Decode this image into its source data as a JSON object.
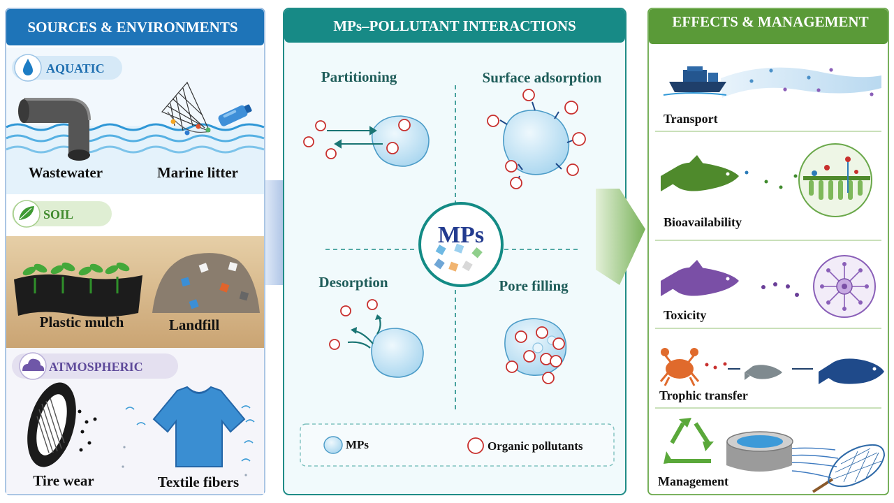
{
  "panels": {
    "left": {
      "title": "SOURCES & ENVIRONMENTS",
      "aquatic": {
        "label": "AQUATIC",
        "items": [
          "Wastewater",
          "Marine litter"
        ]
      },
      "soil": {
        "label": "SOIL",
        "items": [
          "Plastic mulch",
          "Landfill"
        ]
      },
      "atmospheric": {
        "label": "ATMOSPHERIC",
        "items": [
          "Tire wear",
          "Textile fibers"
        ]
      }
    },
    "middle": {
      "title": "MPs–POLLUTANT INTERACTIONS",
      "center_label": "MPs",
      "quadrants": [
        "Partitioning",
        "Surface adsorption",
        "Desorption",
        "Pore filling"
      ],
      "legend": {
        "mps": "MPs",
        "pollutants": "Organic pollutants"
      }
    },
    "right": {
      "title": "EFFECTS & MANAGEMENT",
      "rows": [
        "Transport",
        "Bioavailability",
        "Toxicity",
        "Trophic transfer",
        "Management"
      ]
    }
  },
  "colors": {
    "left_header": "#1e74b8",
    "middle_header": "#178a86",
    "right_header": "#5a9a38",
    "mp_fill": "#cfe8f6",
    "pollutant_ring": "#c8302e"
  }
}
